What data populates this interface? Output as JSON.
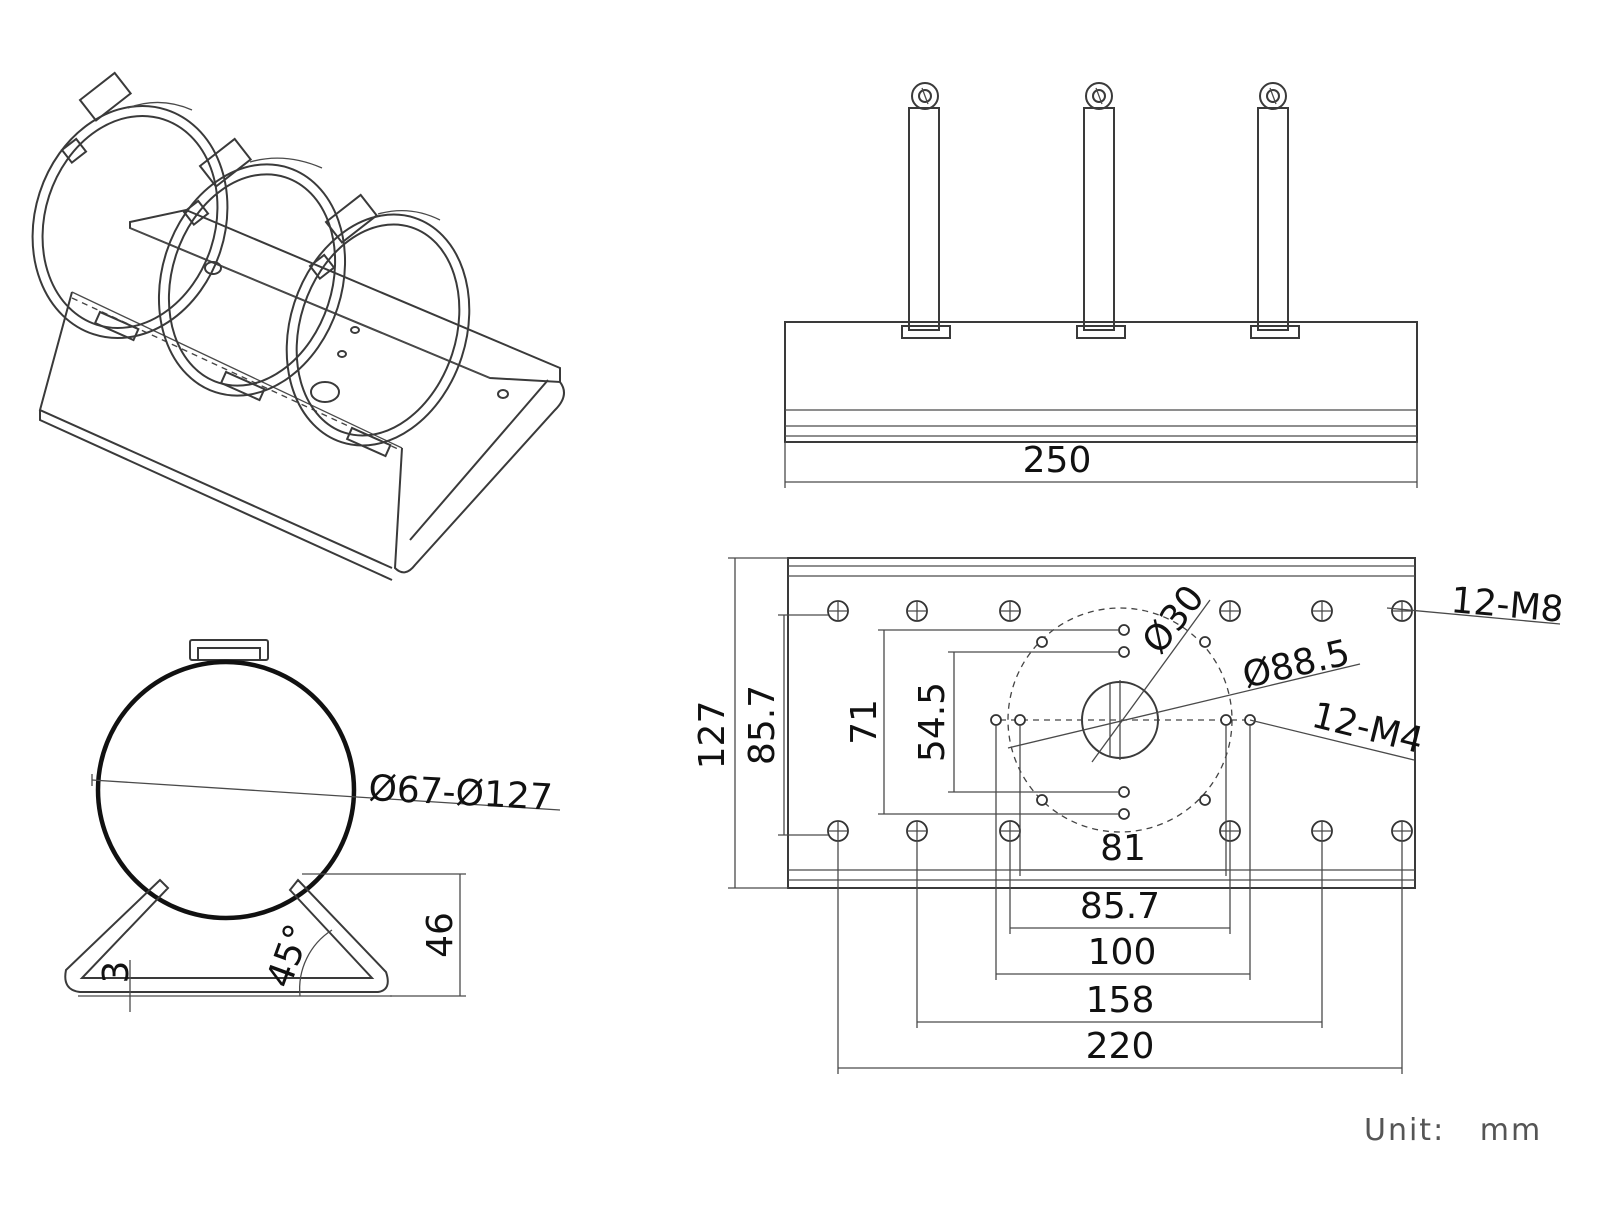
{
  "dimensions": {
    "width_250": "250",
    "clamp_range": "Ø67-Ø127",
    "angle": "45°",
    "height_46": "46",
    "thickness_3": "3",
    "screw_large": "12-M8",
    "screw_small": "12-M4",
    "dia_30": "Ø30",
    "dia_88_5": "Ø88.5",
    "h_127": "127",
    "h_85_7": "85.7",
    "h_71": "71",
    "h_54_5": "54.5",
    "w_81": "81",
    "w_85_7": "85.7",
    "w_100": "100",
    "w_158": "158",
    "w_220": "220"
  },
  "unit_label": "Unit:   mm"
}
